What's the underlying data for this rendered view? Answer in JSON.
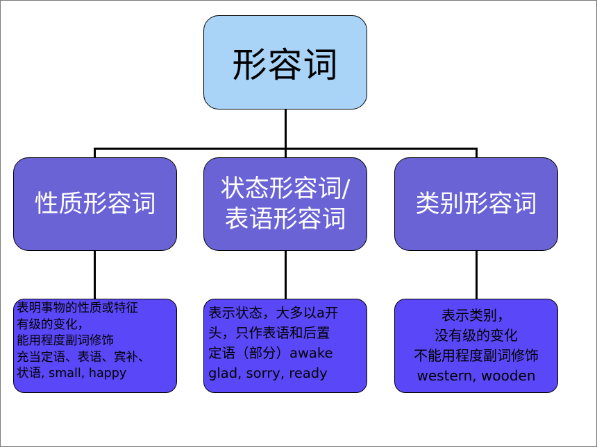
{
  "root": {
    "label": "形容词"
  },
  "categories": [
    {
      "label": "性质形容词"
    },
    {
      "label": "状态形容词/\n表语形容词"
    },
    {
      "label": "类别形容词"
    }
  ],
  "descriptions": [
    {
      "text": "表明事物的性质或特征\n有级的变化，\n能用程度副词修饰\n充当定语、表语、宾补、\n状语, small, happy"
    },
    {
      "text": "表示状态，大多以a开\n头，只作表语和后置\n定语（部分）awake\nglad, sorry, ready"
    },
    {
      "text": "表示类别，\n没有级的变化\n不能用程度副词修饰\nwestern, wooden"
    }
  ],
  "colors": {
    "root_fill": "#a9d3f7",
    "category_fill": "#6a63d5",
    "description_fill": "#5a47f7"
  }
}
